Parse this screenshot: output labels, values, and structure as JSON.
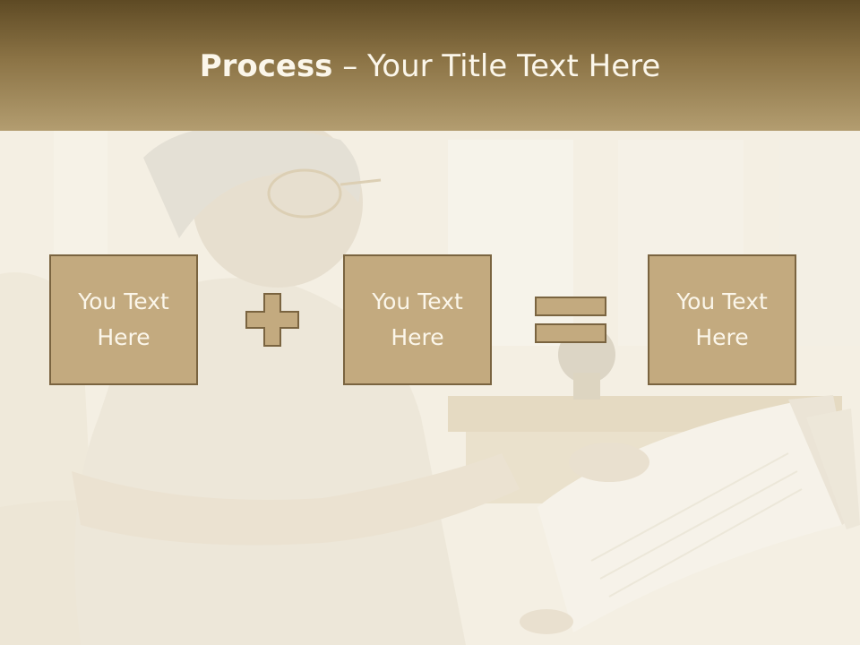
{
  "slide": {
    "title_bold": "Process",
    "title_rest": " – Your Title Text Here",
    "boxes": [
      {
        "label": "You Text Here"
      },
      {
        "label": "You Text Here"
      },
      {
        "label": "You Text Here"
      }
    ],
    "operators": [
      "plus-icon",
      "equals-icon"
    ]
  },
  "colors": {
    "header_dark": "#5e4a24",
    "header_light": "#b39d70",
    "box_fill": "#c3aa7f",
    "box_border": "#7a6440",
    "text_light": "#fbf6ea"
  }
}
